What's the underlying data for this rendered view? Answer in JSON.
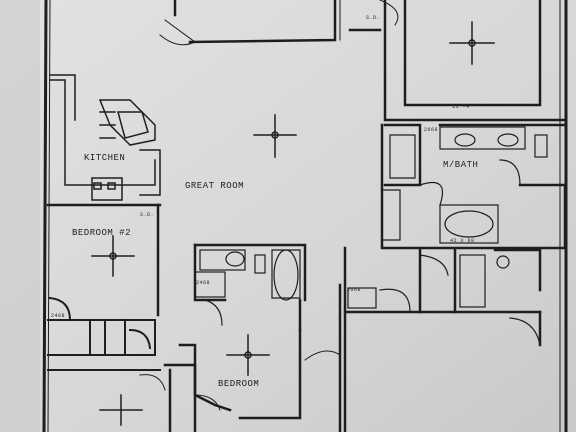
{
  "rooms": {
    "kitchen": "KITCHEN",
    "great_room": "GREAT ROOM",
    "bedroom2": "BEDROOM #2",
    "mbath": "M/BATH",
    "bedroom": "BEDROOM"
  },
  "dimensions": {
    "master_room_width": "11'-4\"",
    "door_2668_left": "2468",
    "door_2668_master": "2668",
    "door_2468_lower": "2468",
    "door_2068": "2068",
    "shower_size": "42 X 60",
    "sd_label_1": "S.D.",
    "sd_label_2": "S.D."
  },
  "colors": {
    "paper": "#d9d9d7",
    "ink": "#222222"
  }
}
